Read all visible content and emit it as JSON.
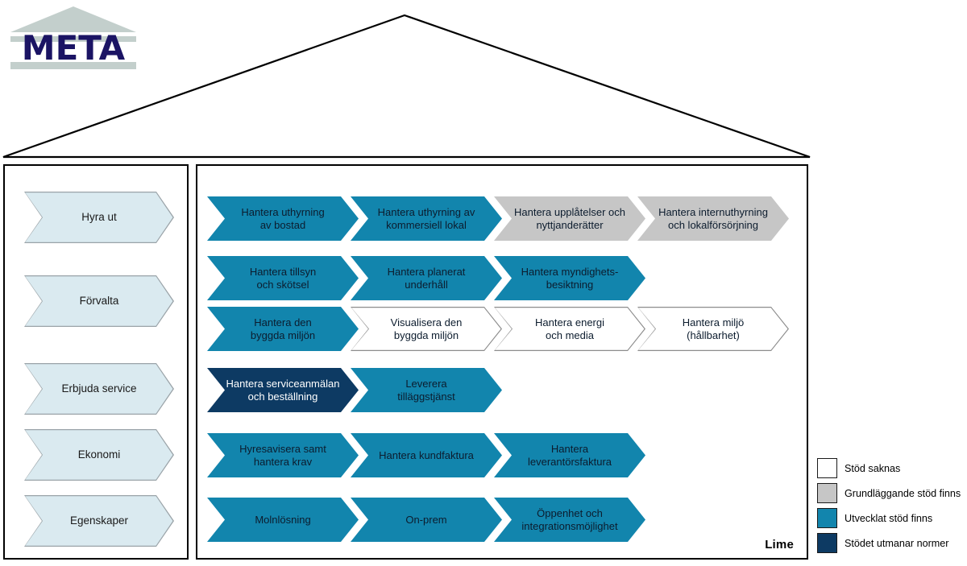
{
  "logo": {
    "name": "META",
    "wordmark": "META",
    "colors": {
      "text": "#1b1464",
      "pediment": "#c3cfcc"
    }
  },
  "roof": {
    "shape": "triangle",
    "stroke": "#000000"
  },
  "sidebar": {
    "items": [
      {
        "label": "Hyra ut"
      },
      {
        "label": "Förvalta"
      },
      {
        "label": "Erbjuda service"
      },
      {
        "label": "Ekonomi"
      },
      {
        "label": "Egenskaper"
      }
    ],
    "style": {
      "fill": "#daeaf0",
      "border": "#9aa3a8"
    }
  },
  "main": {
    "vendor_label": "Lime",
    "rows": [
      {
        "row": 1,
        "items": [
          {
            "label": "Hantera uthyrning\nav bostad",
            "status": "teal"
          },
          {
            "label": "Hantera uthyrning av\nkommersiell lokal",
            "status": "teal"
          },
          {
            "label": "Hantera upplåtelser och\nnyttjanderätter",
            "status": "grey"
          },
          {
            "label": "Hantera internuthyrning\noch lokalförsörjning",
            "status": "grey"
          }
        ]
      },
      {
        "row": 2,
        "items": [
          {
            "label": "Hantera tillsyn\noch skötsel",
            "status": "teal"
          },
          {
            "label": "Hantera planerat\nunderhåll",
            "status": "teal"
          },
          {
            "label": "Hantera myndighets-\nbesiktning",
            "status": "teal"
          }
        ]
      },
      {
        "row": 3,
        "items": [
          {
            "label": "Hantera den\nbyggda miljön",
            "status": "teal"
          },
          {
            "label": "Visualisera den\nbyggda miljön",
            "status": "empty"
          },
          {
            "label": "Hantera energi\noch media",
            "status": "empty"
          },
          {
            "label": "Hantera miljö\n(hållbarhet)",
            "status": "empty"
          }
        ]
      },
      {
        "row": 4,
        "items": [
          {
            "label": "Hantera serviceanmälan\noch beställning",
            "status": "navy"
          },
          {
            "label": "Leverera\ntilläggstjänst",
            "status": "teal"
          }
        ]
      },
      {
        "row": 5,
        "items": [
          {
            "label": "Hyresavisera samt\nhantera krav",
            "status": "teal"
          },
          {
            "label": "Hantera kundfaktura",
            "status": "teal"
          },
          {
            "label": "Hantera\nleverantörsfaktura",
            "status": "teal"
          }
        ]
      },
      {
        "row": 6,
        "items": [
          {
            "label": "Molnlösning",
            "status": "teal"
          },
          {
            "label": "On-prem",
            "status": "teal"
          },
          {
            "label": "Öppenhet och\nintegrationsmöjlighet",
            "status": "teal"
          }
        ]
      }
    ]
  },
  "legend": {
    "items": [
      {
        "label": "Stöd saknas",
        "color": "#ffffff"
      },
      {
        "label": "Grundläggande stöd finns",
        "color": "#c6c6c6"
      },
      {
        "label": "Utvecklat stöd finns",
        "color": "#1285ad"
      },
      {
        "label": "Stödet utmanar normer",
        "color": "#0d3a63"
      }
    ]
  }
}
